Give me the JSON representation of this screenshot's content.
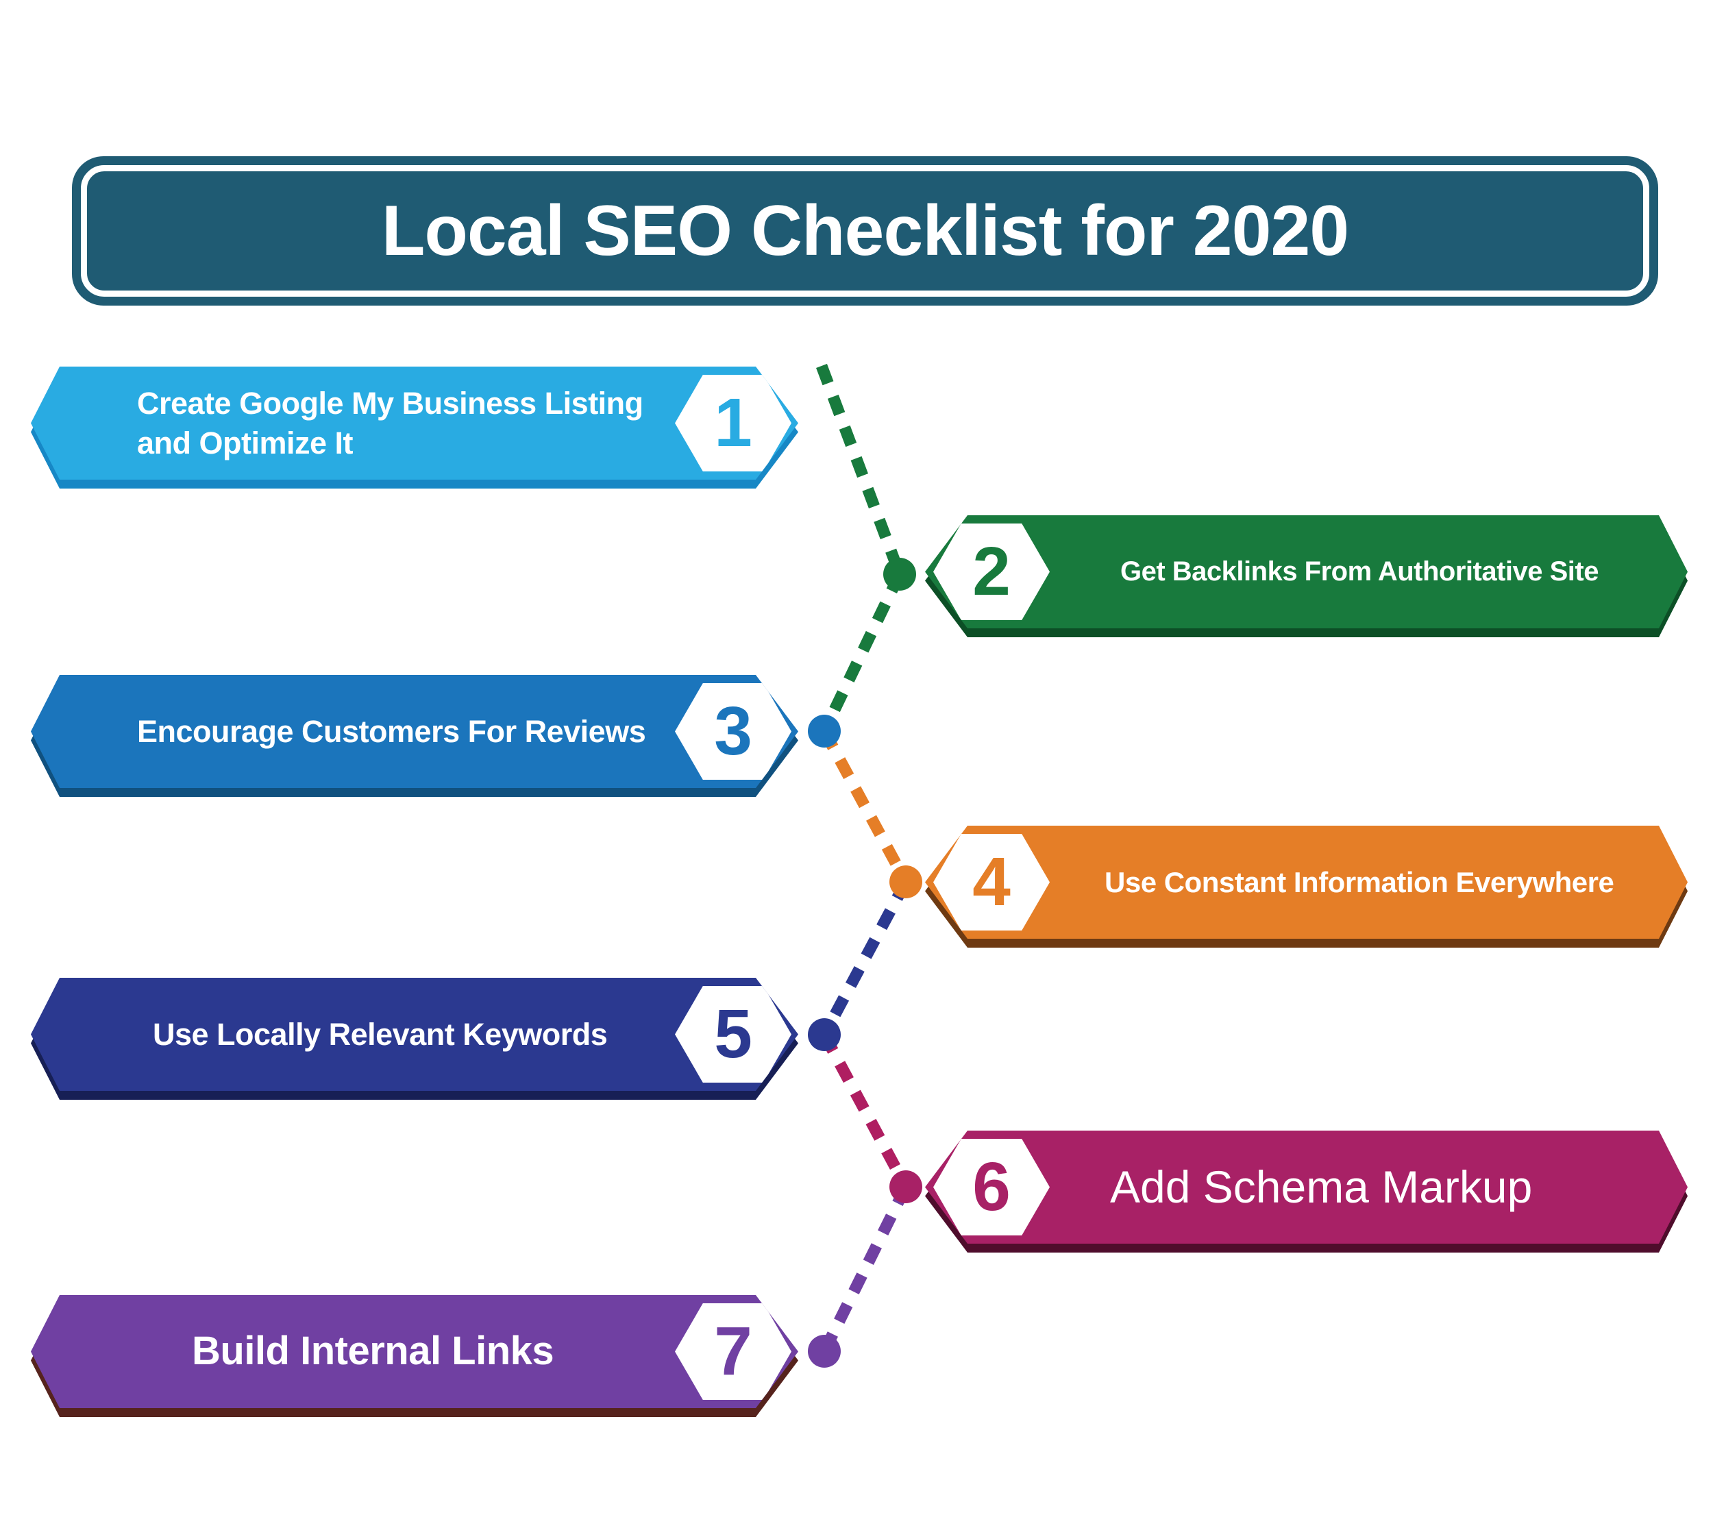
{
  "title": {
    "text": "Local SEO Checklist for 2020",
    "bg_color": "#1f5b73",
    "text_color": "#ffffff"
  },
  "steps": [
    {
      "number": "1",
      "label": "Create Google My Business Listing and Optimize It",
      "side": "left",
      "color": "#29abe2",
      "shadow_color": "#1787c5"
    },
    {
      "number": "2",
      "label": "Get Backlinks From Authoritative Site",
      "side": "right",
      "color": "#187a3d",
      "shadow_color": "#0c4f26"
    },
    {
      "number": "3",
      "label": "Encourage Customers For Reviews",
      "side": "left",
      "color": "#1b75bc",
      "shadow_color": "#10517f"
    },
    {
      "number": "4",
      "label": "Use Constant Information Everywhere",
      "side": "right",
      "color": "#e57e27",
      "shadow_color": "#6e3a12"
    },
    {
      "number": "5",
      "label": "Use Locally Relevant Keywords",
      "side": "left",
      "color": "#2b3990",
      "shadow_color": "#171f55"
    },
    {
      "number": "6",
      "label": "Add Schema Markup",
      "side": "right",
      "color": "#a82166",
      "shadow_color": "#4f0d2c"
    },
    {
      "number": "7",
      "label": "Build Internal Links",
      "side": "left",
      "color": "#7040a2",
      "shadow_color": "#56231d"
    }
  ],
  "connector": {
    "segments": [
      {
        "color": "#187a3d"
      },
      {
        "color": "#187a3d"
      },
      {
        "color": "#e57e27"
      },
      {
        "color": "#2b3990"
      },
      {
        "color": "#af1e61"
      },
      {
        "color": "#7040a2"
      }
    ],
    "dots": [
      {
        "color": "#187a3d"
      },
      {
        "color": "#1b75bc"
      },
      {
        "color": "#e57e27"
      },
      {
        "color": "#2b3990"
      },
      {
        "color": "#a82166"
      },
      {
        "color": "#7040a2"
      }
    ]
  }
}
